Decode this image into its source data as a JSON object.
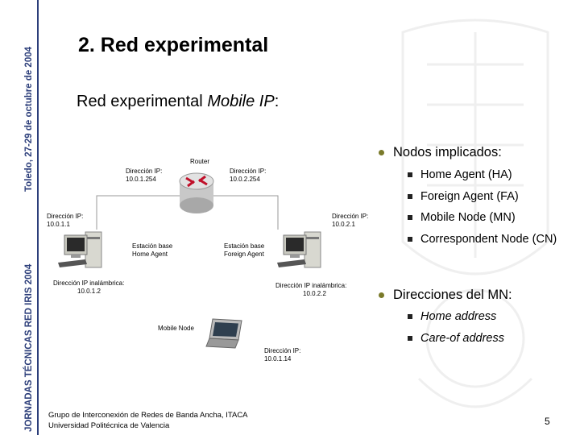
{
  "sidebar": {
    "top_text": "Toledo, 27-29 de octubre de 2004",
    "bottom_text": "JORNADAS TÉCNICAS RED IRIS 2004"
  },
  "slide": {
    "title": "2. Red experimental",
    "subtitle_prefix": "Red experimental ",
    "subtitle_italic": "Mobile IP",
    "subtitle_suffix": ":"
  },
  "diagram": {
    "router_label": "Router",
    "router_ip_left": "Dirección IP:",
    "router_ip_left_val": "10.0.1.254",
    "router_ip_right": "Dirección IP:",
    "router_ip_right_val": "10.0.2.254",
    "ha_ip": "Dirección IP:",
    "ha_ip_val": "10.0.1.1",
    "fa_ip": "Dirección IP:",
    "fa_ip_val": "10.0.2.1",
    "ha_name1": "Estación base",
    "ha_name2": "Home Agent",
    "fa_name1": "Estación base",
    "fa_name2": "Foreign Agent",
    "ha_wifi": "Dirección IP inalámbrica:",
    "ha_wifi_val": "10.0.1.2",
    "fa_wifi": "Dirección IP inalámbrica:",
    "fa_wifi_val": "10.0.2.2",
    "mn_label": "Mobile Node",
    "mn_ip": "Dirección IP:",
    "mn_ip_val": "10.0.1.14"
  },
  "bullets": {
    "nodes_heading": "Nodos implicados:",
    "nodes": [
      "Home Agent (HA)",
      "Foreign Agent (FA)",
      "Mobile Node (MN)",
      "Correspondent Node (CN)"
    ],
    "addr_heading": "Direcciones del MN:",
    "addresses": [
      "Home address",
      "Care-of address"
    ]
  },
  "footer": {
    "line1": "Grupo de Interconexión de Redes de Banda Ancha, ITACA",
    "line2": "Universidad Politécnica de Valencia",
    "page": "5"
  }
}
